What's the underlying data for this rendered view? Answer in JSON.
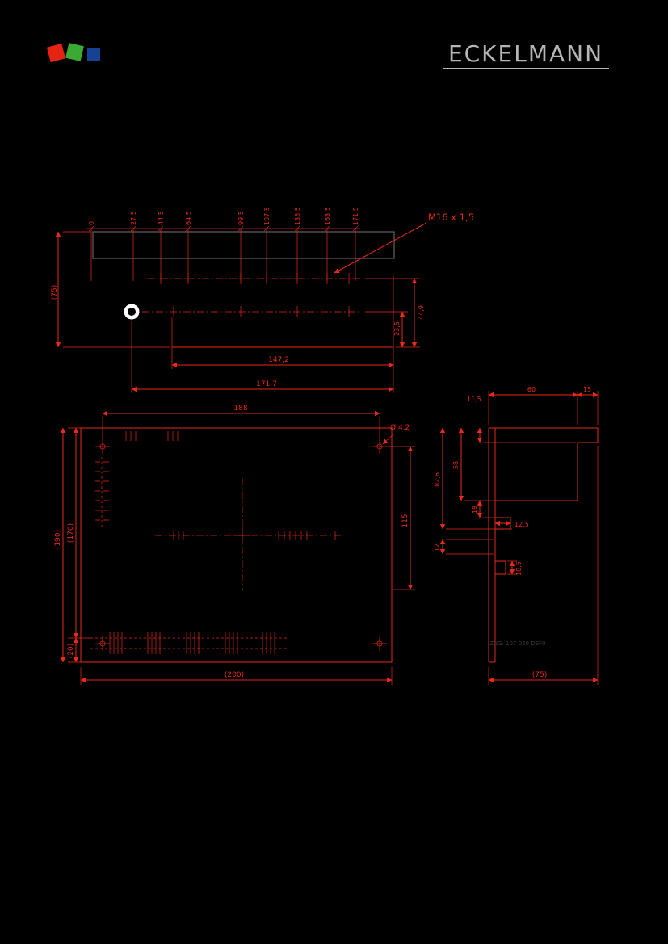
{
  "page": {
    "background": "#000000"
  },
  "header": {
    "brand": "ECKELMANN",
    "logo_colors": {
      "red": "#e42313",
      "green": "#3aaa35",
      "blue": "#164194"
    }
  },
  "drawing": {
    "accent_color": "#e8291c",
    "outline_color": "#4f4f4f",
    "top_view": {
      "chain_dims": [
        "0",
        "27,5",
        "44,5",
        "64,5",
        "99,5",
        "107,5",
        "135,5",
        "163,5",
        "171,5"
      ],
      "height_dim": "(75)",
      "right_dims": [
        "44,9",
        "23,5"
      ],
      "bottom_dims": [
        "147,2",
        "171,7"
      ],
      "thread_label": "M16 x 1,5"
    },
    "front_view": {
      "top_dim": "188",
      "hole_label": "Ø 4,2",
      "left_dims": [
        "(190)",
        "(170)",
        "(20)"
      ],
      "right_dim": "115",
      "bottom_dim": "(200)"
    },
    "side_view": {
      "top_dims": [
        "11,5",
        "60",
        "15"
      ],
      "left_dims": [
        "82,6",
        "58",
        "19",
        "12"
      ],
      "right_dims": [
        "12,5",
        "10,5"
      ],
      "bottom_dim": "(75)",
      "note": "ZNG: 107 050 DEF0"
    }
  }
}
